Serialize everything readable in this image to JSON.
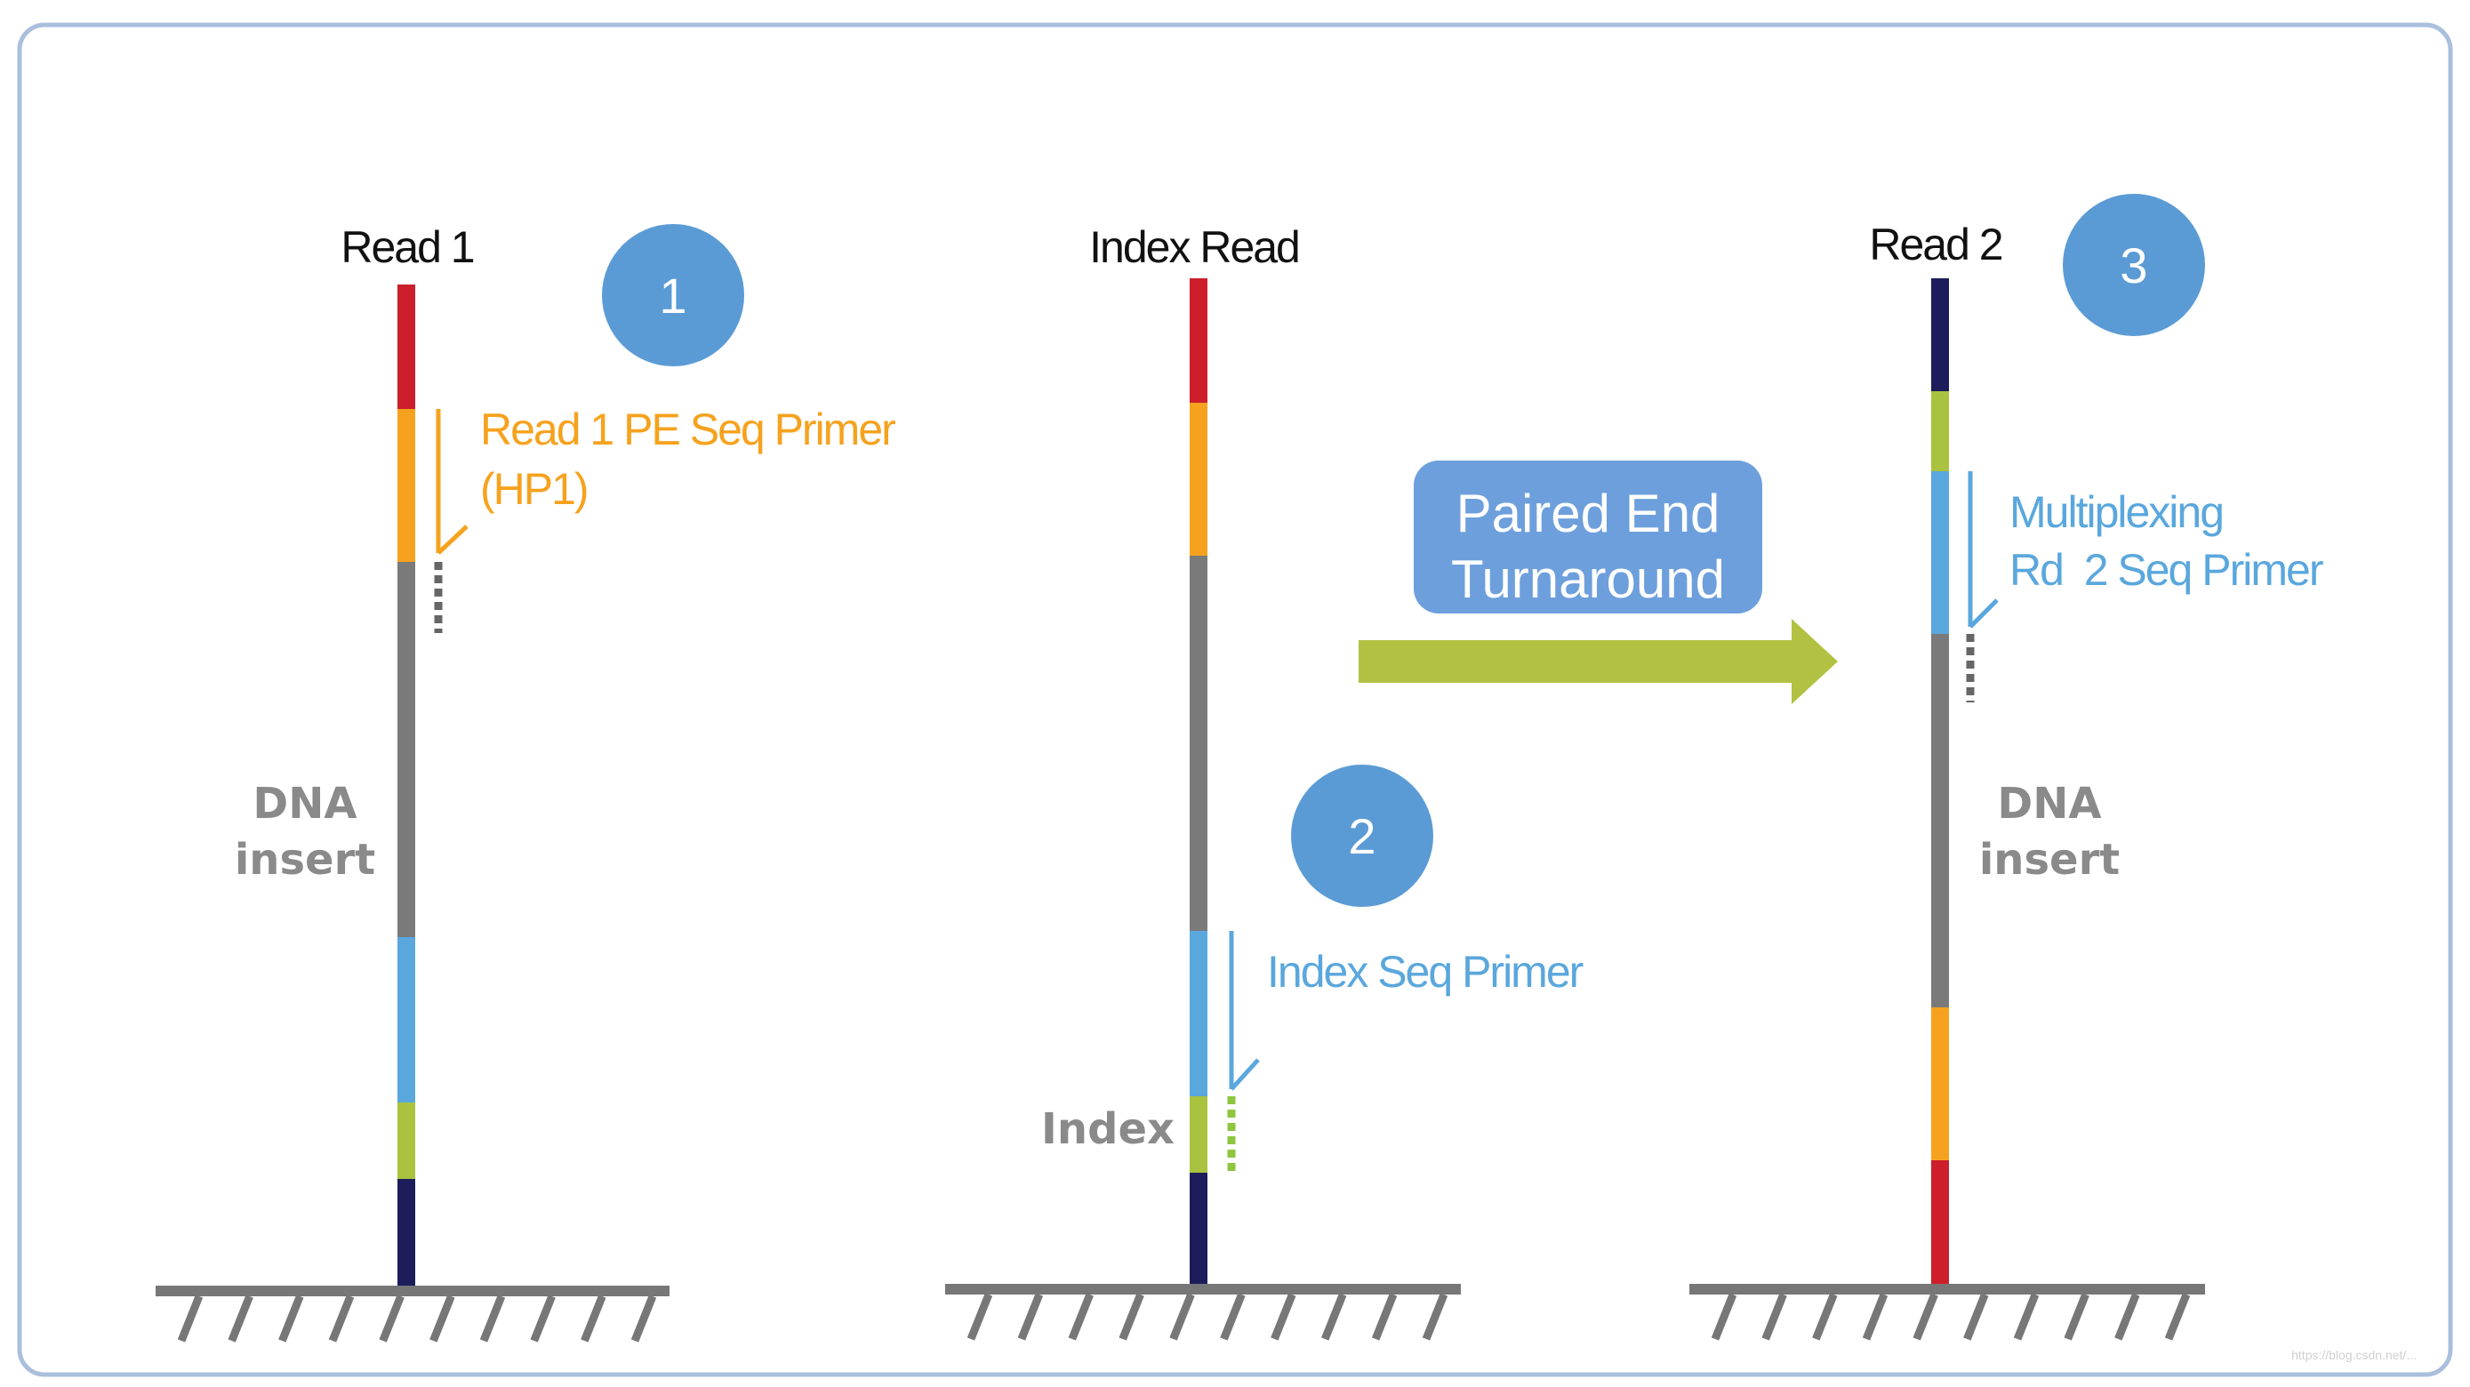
{
  "colors": {
    "red": "#cc1f2b",
    "orange": "#f6a21e",
    "gray": "#7a7a7a",
    "blue": "#5aa7dd",
    "green": "#a9c23f",
    "navy": "#1c1d5a",
    "circle": "#5b9bd5",
    "primer_orange": "#f6a21e",
    "primer_blue": "#5aa7dd",
    "arrow_green": "#b3c143",
    "box_blue": "#6d9fdc",
    "border": "#a9bfdc",
    "ground": "#777777",
    "label_gray": "#8a8a8a"
  },
  "panels": [
    {
      "title": "Read 1",
      "step": "1",
      "primer": [
        "Read 1 PE Seq Primer",
        "(HP1)"
      ],
      "side_label": [
        "DNA",
        "insert"
      ]
    },
    {
      "title": "Index Read",
      "step": "2",
      "primer": [
        "Index Seq Primer"
      ],
      "side_label": [
        "Index"
      ]
    },
    {
      "title": "Read 2",
      "step": "3",
      "primer": [
        "Multiplexing",
        "Rd  2 Seq Primer"
      ],
      "side_label": [
        "DNA",
        "insert"
      ]
    }
  ],
  "turnaround": {
    "line1": "Paired End",
    "line2": "Turnaround"
  },
  "watermark": "https://blog.csdn.net/..."
}
